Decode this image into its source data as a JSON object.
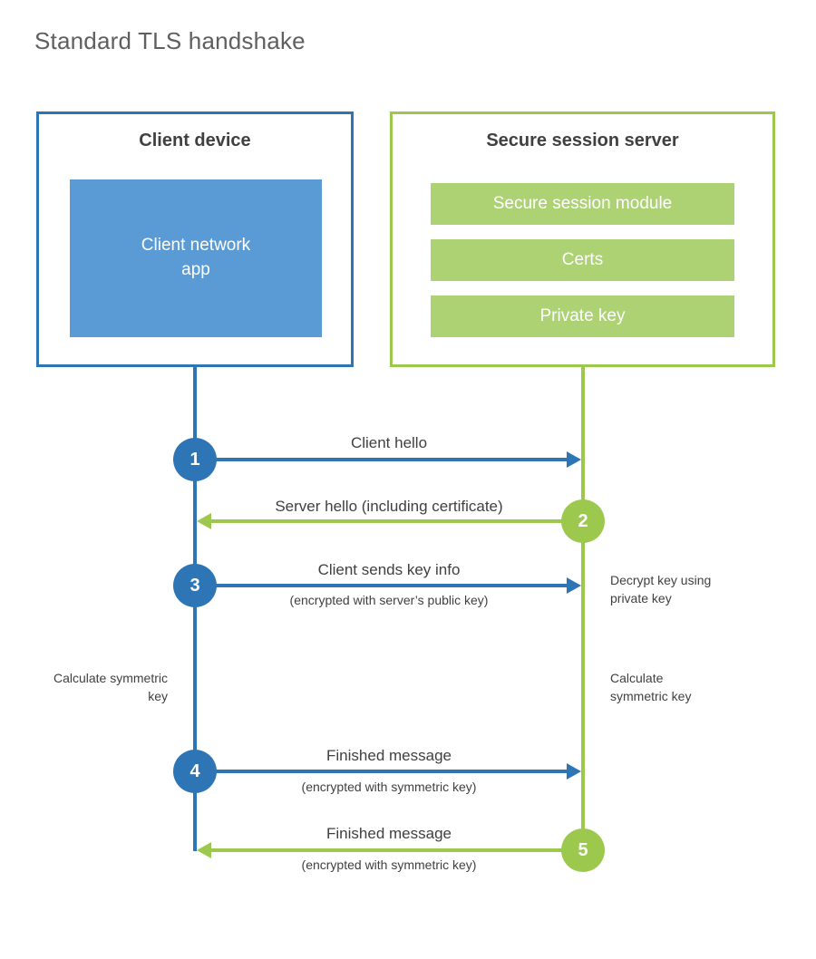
{
  "page": {
    "title": "Standard TLS handshake"
  },
  "colors": {
    "blue": "#2E75B6",
    "blue_light": "#5B9BD5",
    "green": "#9CC84E",
    "green_light": "#ACD274",
    "text": "#404040",
    "title_text": "#5F5F5F",
    "background": "#FFFFFF"
  },
  "client_box": {
    "title": "Client device",
    "modules": [
      "Client network app"
    ]
  },
  "server_box": {
    "title": "Secure session server",
    "modules": [
      "Secure session module",
      "Certs",
      "Private key"
    ]
  },
  "steps": [
    {
      "number": "1",
      "from": "client",
      "to": "server",
      "label": "Client hello",
      "sublabel": ""
    },
    {
      "number": "2",
      "from": "server",
      "to": "client",
      "label": "Server hello (including certificate)",
      "sublabel": ""
    },
    {
      "number": "3",
      "from": "client",
      "to": "server",
      "label": "Client sends key info",
      "sublabel": "(encrypted with server’s public key)"
    },
    {
      "number": "4",
      "from": "client",
      "to": "server",
      "label": "Finished message",
      "sublabel": "(encrypted with symmetric key)"
    },
    {
      "number": "5",
      "from": "server",
      "to": "client",
      "label": "Finished message",
      "sublabel": "(encrypted with symmetric key)"
    }
  ],
  "side_notes": {
    "decrypt_key": "Decrypt key using private key",
    "calculate_left": "Calculate symmetric key",
    "calculate_right": "Calculate symmetric key"
  }
}
